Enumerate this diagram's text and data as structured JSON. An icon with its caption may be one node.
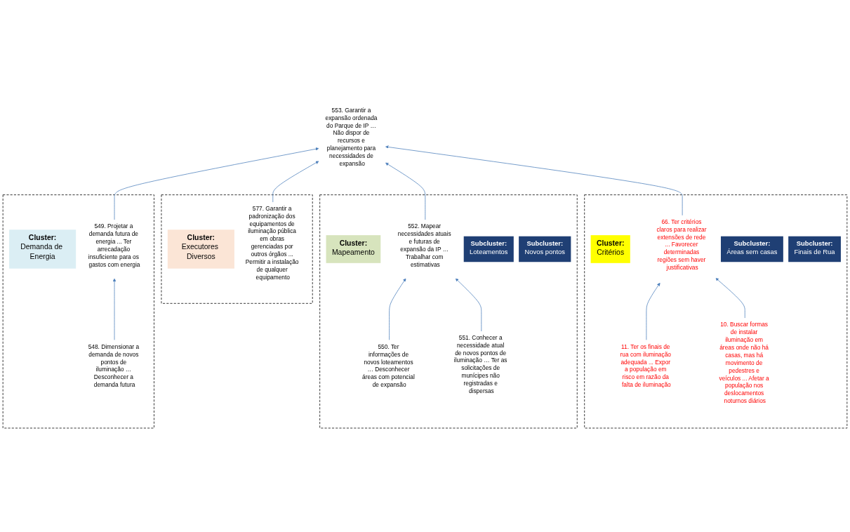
{
  "diagram": {
    "nodes": [
      {
        "text": [
          "553. Garantir a expansão ordenada do Parque de IP … Não dispor de recursos e planejamento para necessidades de expansão"
        ]
      },
      {
        "text": [],
        "shape": "box"
      },
      {
        "text": [
          "Cluster:",
          "Demanda de Energia"
        ],
        "in": 1
      },
      {
        "text": [
          "549. Projetar a demanda futura de energia ... Ter arrecadação insuficiente para os gastos com energia"
        ],
        "in": 1
      },
      {
        "text": [
          "548. Dimensionar a demanda de novos pontos de iluminação … Desconhecer a demanda futura"
        ],
        "in": 1
      },
      {
        "text": [],
        "shape": "box"
      },
      {
        "text": [
          "Cluster:",
          "Executores Diversos"
        ],
        "in": 5
      },
      {
        "text": [
          "577. Garantir a padronização dos equipamentos de iluminação pública em obras gerenciadas por outros órgãos ... Permitir a instalação de qualquer equipamento"
        ],
        "in": 5
      },
      {
        "text": [],
        "shape": "box"
      },
      {
        "text": [
          "Cluster:",
          "Mapeamento"
        ],
        "in": 8
      },
      {
        "text": [
          "552. Mapear necessidades atuais e futuras de expansão da IP … Trabalhar com estimativas"
        ],
        "in": 8
      },
      {
        "text": [
          "550. Ter informações de novos loteamentos … Desconhecer áreas com potencial de expansão"
        ],
        "in": 8
      },
      {
        "text": [
          "551. Conhecer a necessidade atual de novos pontos de iluminação … Ter as solicitações de munícipes não registradas e dispersas"
        ],
        "in": 8
      },
      {
        "text": [
          "Subcluster:",
          "Loteamentos"
        ],
        "in": 8
      },
      {
        "text": [
          "Subcluster:",
          "Novos pontos"
        ],
        "in": 8
      },
      {
        "text": [],
        "shape": "box"
      },
      {
        "text": [
          "Cluster:",
          "Critérios"
        ],
        "in": 15
      },
      {
        "text": [
          "66. Ter critérios claros para realizar extensões de rede ... Favorecer determinadas regiões sem haver justificativas"
        ],
        "in": 15
      },
      {
        "text": [
          "Subcluster:",
          "Áreas sem casas"
        ],
        "in": 15
      },
      {
        "text": [
          "11. Ter os finais de rua com iluminação adequada ... Expor a população em risco em razão da falta de iluminação"
        ],
        "in": 15
      },
      {
        "text": [
          "10. Buscar formas de instalar iluminação em áreas onde não há casas, mas há movimento de pedestres e veículos ... Afetar a população nos deslocamentos noturnos diários"
        ],
        "in": 15
      },
      {
        "text": [
          "Subcluster:",
          "Finais de Rua"
        ],
        "in": 15
      }
    ],
    "edges": [
      {
        "from": 3,
        "to": 0,
        "arrow": "to"
      },
      {
        "from": 7,
        "to": 0,
        "arrow": "to"
      },
      {
        "from": 10,
        "to": 0,
        "arrow": "to"
      },
      {
        "from": 17,
        "to": 0,
        "arrow": "to"
      },
      {
        "from": 4,
        "to": 3,
        "arrow": "to"
      },
      {
        "from": 11,
        "to": 10,
        "arrow": "to"
      },
      {
        "from": 12,
        "to": 10,
        "arrow": "to"
      },
      {
        "from": 19,
        "to": 17,
        "arrow": "to"
      },
      {
        "from": 20,
        "to": 17,
        "arrow": "to"
      }
    ]
  }
}
